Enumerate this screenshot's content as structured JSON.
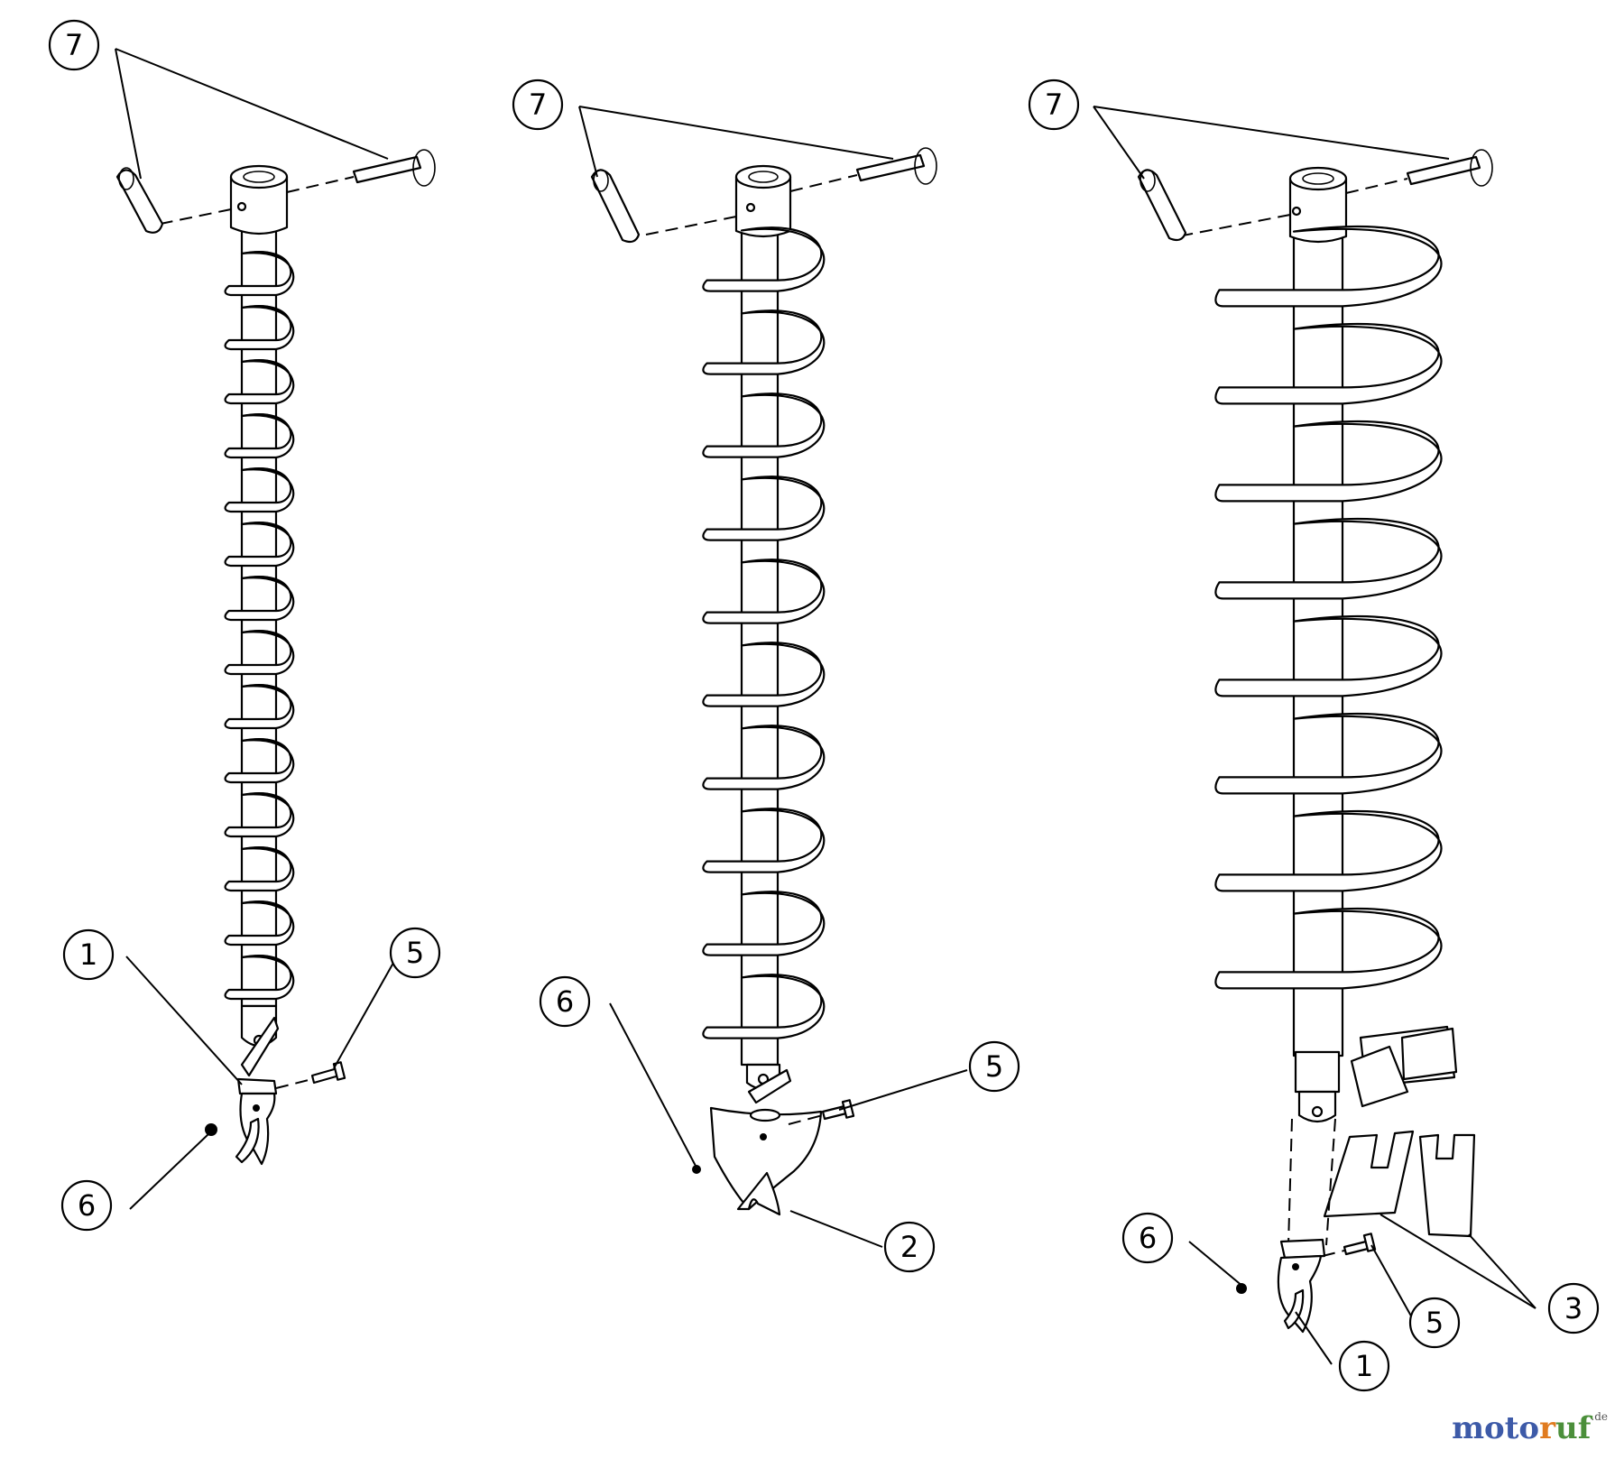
{
  "callouts": {
    "left": {
      "pin": "7",
      "bit": "1",
      "bolt": "5",
      "nut": "6"
    },
    "middle": {
      "pin": "7",
      "nut": "6",
      "bolt": "5",
      "bit": "2"
    },
    "right": {
      "pin": "7",
      "nut": "6",
      "bolt": "5",
      "bit": "1",
      "teeth": "3"
    }
  },
  "brand": {
    "part1": "moto",
    "part2": "r",
    "part3": "uf",
    "suffix": ".de"
  },
  "colors": {
    "line": "#000000",
    "brand_blue": "#3d5aa8",
    "brand_orange": "#e07b1f",
    "brand_green": "#4b8f3a"
  }
}
